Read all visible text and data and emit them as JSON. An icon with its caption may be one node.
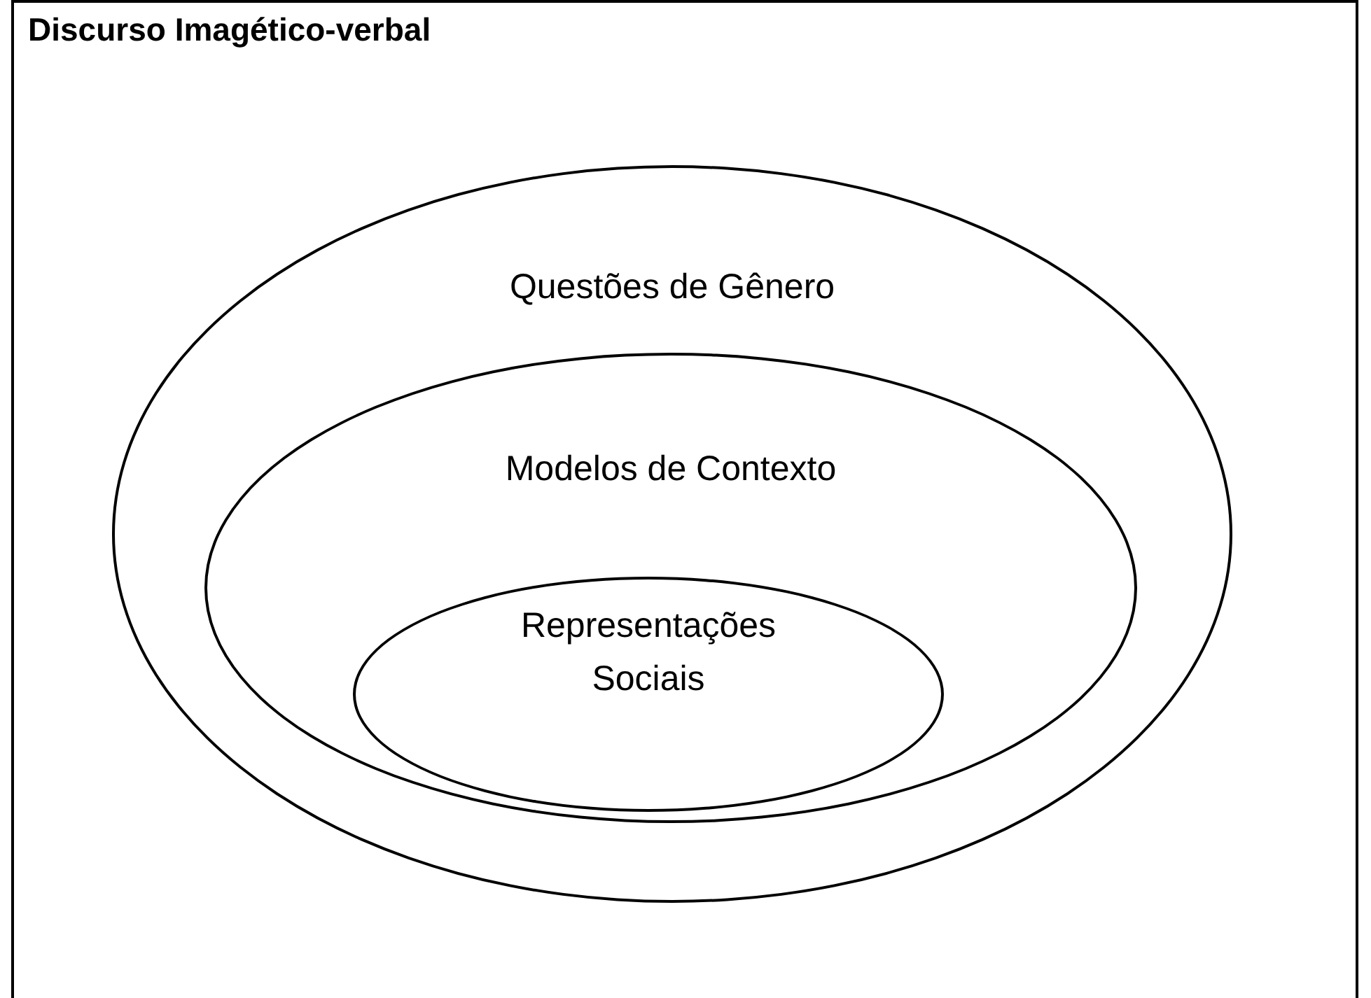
{
  "diagram": {
    "nodes": [
      {
        "text": [
          "Discurso Imagético-verbal"
        ]
      },
      {
        "text": [
          "Questões de Gênero"
        ],
        "in": 0
      },
      {
        "text": [
          "Modelos de Contexto"
        ],
        "in": 1
      },
      {
        "text": [
          "Representações Sociais"
        ],
        "in": 2
      }
    ]
  }
}
